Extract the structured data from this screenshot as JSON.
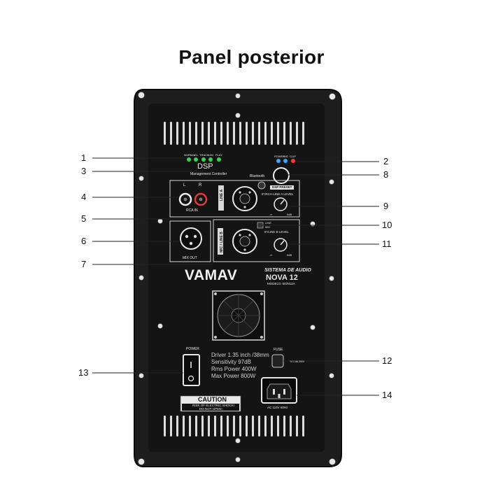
{
  "page": {
    "title": "Panel posterior"
  },
  "leds_left": {
    "labels": [
      "NORMAL",
      "CL",
      "TRACK",
      "LIM",
      "PLAY"
    ]
  },
  "leds_right": {
    "labels": [
      "POWER",
      "SIG",
      "CLIP"
    ]
  },
  "dsp": {
    "label": "DSP",
    "sublabel": "Management Controller"
  },
  "bluetooth": {
    "label": "Bluetooth",
    "preset_label": "DSP PRESET"
  },
  "rca_in": {
    "left": "L",
    "right": "R",
    "label": "RCA IN"
  },
  "line_a": {
    "label": "LINE A",
    "level_label": "6\"/RCA-LINE A LEVEL",
    "min": "-∞",
    "max": "0dB"
  },
  "line_b": {
    "label": "MIC / LINE B",
    "level_label": "6\"/LINE B LEVEL",
    "min": "-∞",
    "max": "0dB",
    "switch_line": "LINE",
    "switch_mic": "MIC"
  },
  "mix_out": {
    "label": "MIX OUT"
  },
  "brand": {
    "logo": "VAMAV",
    "system": "SISTEMA DE AUDIO",
    "model": "NOVA 12",
    "model_code": "MODELO: BON12A"
  },
  "specs": [
    "Driver 1.35 inch /38mm",
    "Sensitivity  97dB",
    "Rms Power  400W",
    "Max Power  800W"
  ],
  "power": {
    "label": "POWER"
  },
  "fuse": {
    "label": "FUSE",
    "rating": "T4 1.6A 250V"
  },
  "ac": {
    "label": "AC 110V 60Hz"
  },
  "caution": {
    "title": "CAUTION",
    "text1": "RISK OF ELECTRIC SHOCK!",
    "text2": "DO NOT OPEN!"
  },
  "callouts": [
    "1",
    "2",
    "3",
    "4",
    "5",
    "6",
    "7",
    "8",
    "9",
    "10",
    "11",
    "12",
    "13",
    "14"
  ],
  "colors": {
    "panel": "#181818",
    "frame": "#222222",
    "led_green": "#39d353",
    "led_blue": "#3aa6ff",
    "led_red": "#ff3b30"
  }
}
